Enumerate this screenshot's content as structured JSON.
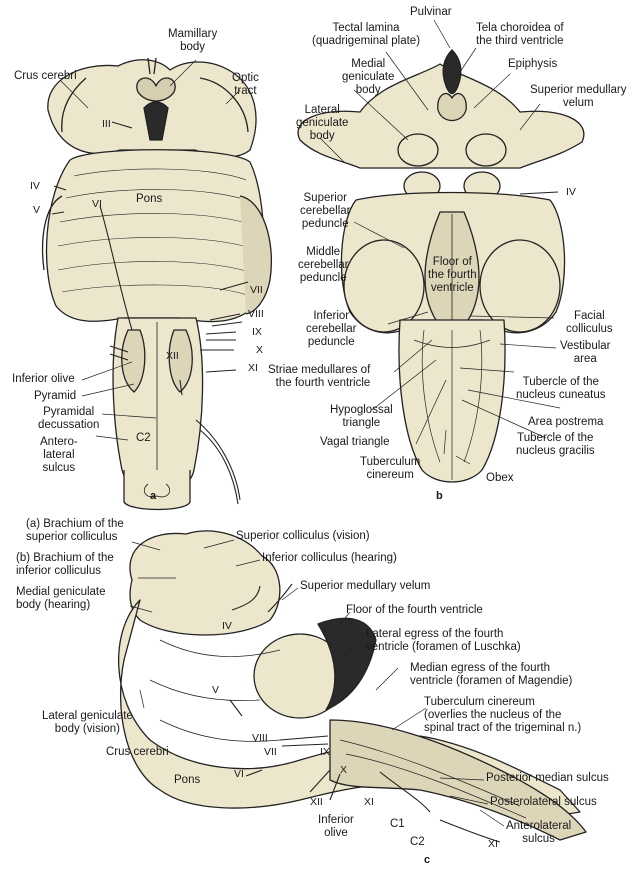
{
  "colors": {
    "tissue": "#ece6cc",
    "ink": "#222222",
    "shade": "#d6ceb0",
    "dark": "#2a2a2a"
  },
  "panel_a": {
    "label": "a",
    "mamillary_body": "Mamillary\nbody",
    "crus_cerebri": "Crus cerebri",
    "optic_tract": "Optic\ntract",
    "n3": "III",
    "n4": "IV",
    "n5": "V",
    "n6": "VI",
    "pons": "Pons",
    "n7": "VII",
    "n8": "VIII",
    "n9": "IX",
    "n10": "X",
    "n11": "XI",
    "n12": "XII",
    "inferior_olive": "Inferior olive",
    "pyramid": "Pyramid",
    "pyramidal_decussation": "Pyramidal\ndecussation",
    "anterolateral_sulcus": "Antero-\nlateral\nsulcus",
    "c2": "C2"
  },
  "panel_b": {
    "label": "b",
    "pulvinar": "Pulvinar",
    "tectal_lamina": "Tectal lamina\n(quadrigeminal plate)",
    "tela_choroidea": "Tela choroidea of\nthe third ventricle",
    "medial_geniculate": "Medial\ngeniculate\nbody",
    "epiphysis": "Epiphysis",
    "superior_medullary_velum": "Superior medullary\nvelum",
    "lateral_geniculate": "Lateral\ngeniculate\nbody",
    "n4": "IV",
    "superior_cerebellar_peduncle": "Superior\ncerebellar\npeduncle",
    "floor_fourth_ventricle": "Floor of\nthe fourth\nventricle",
    "middle_cerebellar_peduncle": "Middle\ncerebellar\npeduncle",
    "inferior_cerebellar_peduncle": "Inferior\ncerebellar\npeduncle",
    "facial_colliculus": "Facial\ncolliculus",
    "vestibular_area": "Vestibular\narea",
    "striae_medullares": "Striae medullares of\nthe fourth ventricle",
    "tubercle_cuneatus": "Tubercle of the\nnucleus cuneatus",
    "hypoglossal_triangle": "Hypoglossal\ntriangle",
    "area_postrema": "Area postrema",
    "vagal_triangle": "Vagal triangle",
    "tubercle_gracilis": "Tubercle of the\nnucleus gracilis",
    "tuberculum_cinereum": "Tuberculum\ncinereum",
    "obex": "Obex"
  },
  "panel_c": {
    "label": "c",
    "brachium_superior": "(a) Brachium of the\nsuperior colliculus",
    "superior_colliculus": "Superior colliculus (vision)",
    "brachium_inferior": "(b) Brachium of the\ninferior colliculus",
    "inferior_colliculus": "Inferior colliculus (hearing)",
    "medial_geniculate": "Medial geniculate\nbody (hearing)",
    "superior_medullary_velum": "Superior medullary velum",
    "floor_fourth_ventricle": "Floor of the fourth ventricle",
    "lateral_egress": "Lateral egress of the fourth\nventricle (foramen of Luschka)",
    "median_egress": "Median egress of the fourth\nventricle (foramen of Magendie)",
    "n4": "IV",
    "lateral_geniculate": "Lateral geniculate\nbody (vision)",
    "tuberculum_cinereum": "Tuberculum cinereum\n(overlies the nucleus of the\nspinal tract of the trigeminal n.)",
    "crus_cerebri": "Crus cerebri",
    "n5": "V",
    "n8": "VIII",
    "n7": "VII",
    "n9": "IX",
    "n10": "X",
    "pons": "Pons",
    "n6": "VI",
    "posterior_median_sulcus": "Posterior median sulcus",
    "posterolateral_sulcus": "Posterolateral sulcus",
    "n12": "XII",
    "n11": "XI",
    "inferior_olive": "Inferior\nolive",
    "anterolateral_sulcus": "Anterolateral\nsulcus",
    "c1": "C1",
    "c2": "C2",
    "n11b": "XI"
  }
}
